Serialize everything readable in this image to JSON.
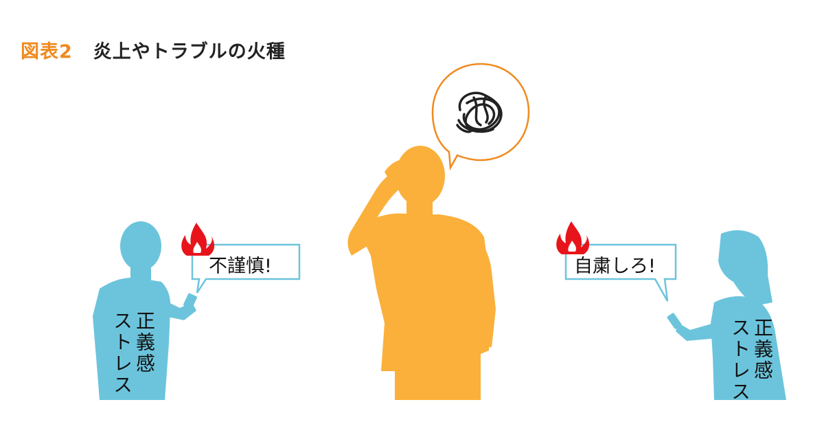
{
  "title": {
    "figure_label": "図表2",
    "text": "炎上やトラブルの火種"
  },
  "left_person": {
    "speech": "不謹慎!",
    "body_text_col1": "正義感",
    "body_text_col2": "ストレス"
  },
  "right_person": {
    "speech": "自粛しろ!",
    "body_text_col1": "正義感",
    "body_text_col2": "ストレス"
  },
  "center_person": {
    "thought": "tangled-scribble"
  },
  "colors": {
    "accent": "#f08a1f",
    "accuser": "#6cc4dc",
    "target": "#fbb03b",
    "fire": "#e8141b",
    "fire_core": "#ffffff"
  }
}
